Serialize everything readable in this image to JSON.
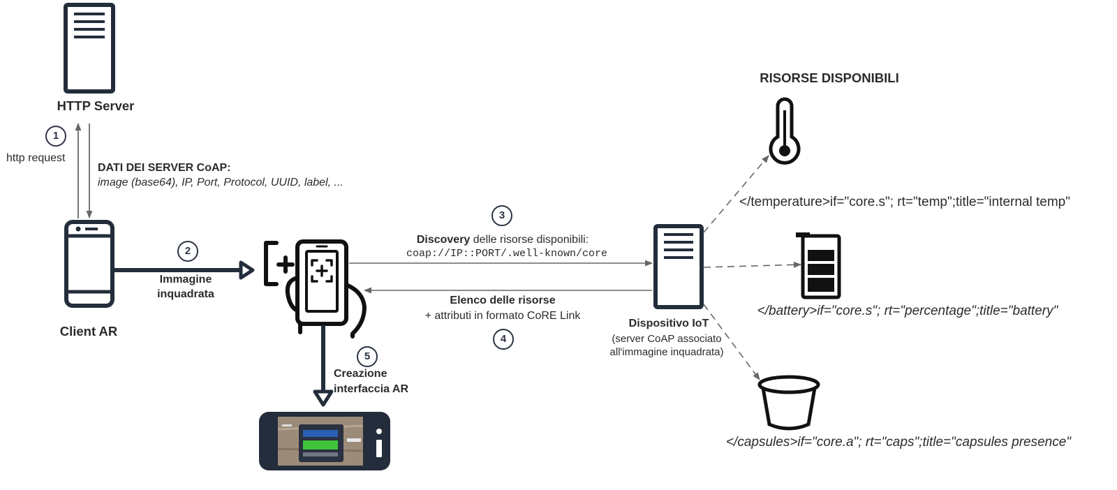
{
  "nodes": {
    "http_server": "HTTP Server",
    "client_ar": "Client AR",
    "iot_device": "Dispositivo IoT",
    "iot_device_note_line1": "(server CoAP associato",
    "iot_device_note_line2": "all'immagine inquadrata)",
    "resources_title": "RISORSE DISPONIBILI"
  },
  "steps": {
    "s1": {
      "number": "1",
      "label": "http request"
    },
    "server_response": {
      "title": "DATI DEI SERVER CoAP:",
      "detail": "image (base64), IP, Port, Protocol, UUID, label, ..."
    },
    "s2": {
      "number": "2",
      "line1": "Immagine",
      "line2": "inquadrata"
    },
    "s3": {
      "number": "3",
      "bold": "Discovery",
      "rest": " delle risorse disponibili:",
      "uri": "coap://IP::PORT/.well-known/core"
    },
    "s4": {
      "number": "4",
      "title": "Elenco delle risorse",
      "detail": "+ attributi in formato CoRE Link"
    },
    "s5": {
      "number": "5",
      "line1": "Creazione",
      "line2": "interfaccia AR"
    }
  },
  "resources": [
    {
      "icon": "thermometer-icon",
      "link": "</temperature>if=\"core.s\"; rt=\"temp\";title=\"internal temp\""
    },
    {
      "icon": "battery-icon",
      "link": "</battery>if=\"core.s\"; rt=\"percentage\";title=\"battery\""
    },
    {
      "icon": "capsule-cup-icon",
      "link": "</capsules>if=\"core.a\"; rt=\"caps\";title=\"capsules presence\""
    }
  ],
  "colors": {
    "icon_dark": "#232d3b",
    "arrow_gray": "#666666",
    "text": "#2b2b2b",
    "screen_green": "#3fc43a",
    "screen_blue": "#2b5fb3"
  }
}
